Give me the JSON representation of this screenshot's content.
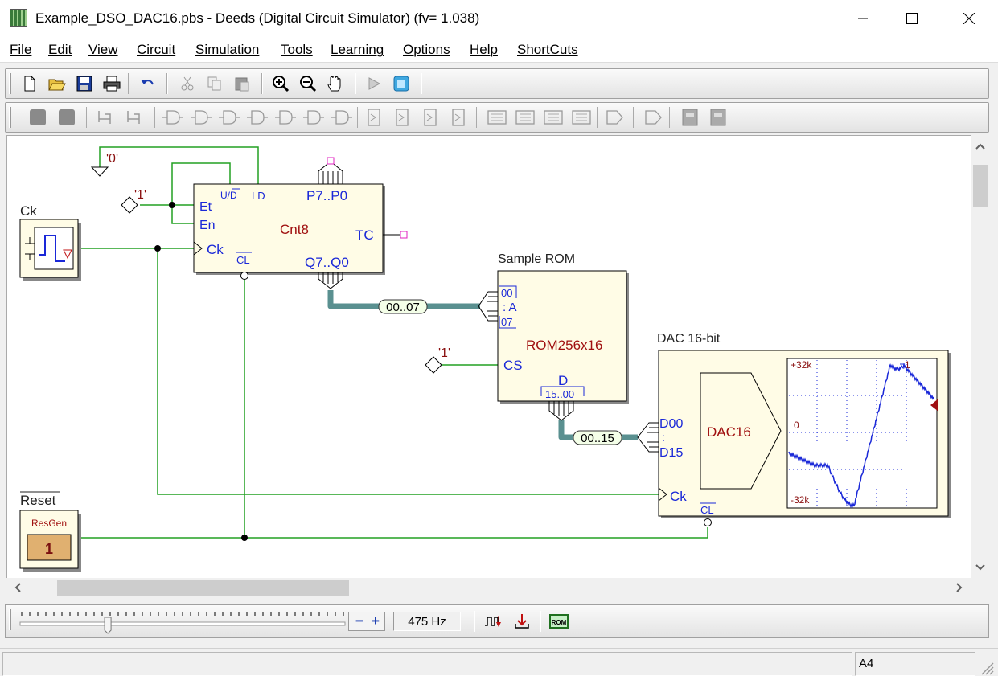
{
  "window": {
    "title": "Example_DSO_DAC16.pbs - Deeds (Digital Circuit Simulator) (fv= 1.038)"
  },
  "menu": [
    "File",
    "Edit",
    "View",
    "Circuit",
    "Simulation",
    "Tools",
    "Learning",
    "Options",
    "Help",
    "ShortCuts"
  ],
  "toolbar1": {
    "icons": [
      "new-file-icon",
      "open-folder-icon",
      "save-icon",
      "print-icon",
      "undo-icon",
      "cut-icon",
      "copy-icon",
      "paste-icon",
      "zoom-in-icon",
      "zoom-out-icon",
      "pan-hand-icon",
      "run-simulation-icon",
      "timing-diagram-icon"
    ]
  },
  "toolbar2": {
    "icons": [
      "input-component-icon",
      "output-component-icon",
      "wire-icon",
      "connector-icon",
      "buffer-gate-icon",
      "and-gate-icon",
      "nand-gate-icon",
      "or-gate-icon",
      "nor-gate-icon",
      "xor-gate-icon",
      "xnor-gate-icon",
      "flip-flop-icon",
      "latch-icon",
      "mux-icon",
      "demux-icon",
      "counter-icon",
      "register-icon",
      "fsm-icon",
      "memory-icon",
      "comparator-icon",
      "block-icon",
      "component-library-icon",
      "lcd-icon"
    ]
  },
  "circuit": {
    "const_zero": "'0'",
    "const_one_a": "'1'",
    "const_one_b": "'1'",
    "clock_label": "Ck",
    "reset_label": "Reset",
    "resgen_label": "ResGen",
    "resgen_value": "1",
    "counter": {
      "name": "Cnt8",
      "et": "Et",
      "en": "En",
      "ck": "Ck",
      "ud": "U/D",
      "ld": "LD",
      "p": "P7..P0",
      "tc": "TC",
      "q": "Q7..Q0",
      "cl": "CL"
    },
    "bus1": "00..07",
    "rom": {
      "title": "Sample ROM",
      "name": "ROM256x16",
      "a_top": "00",
      "a_label": ": A",
      "a_bottom": "07",
      "cs": "CS",
      "d": "D",
      "d_range": "15..00"
    },
    "bus2": "00..15",
    "dac": {
      "title": "DAC 16-bit",
      "name": "DAC16",
      "d_top": "D00",
      "d_colon": ":",
      "d_bottom": "D15",
      "ck": "Ck",
      "cl": "CL",
      "scope_top": "+32k",
      "scope_zero": "0",
      "scope_bottom": "-32k",
      "scope_marker": "1"
    }
  },
  "speed": {
    "minus": "−",
    "plus": "+",
    "frequency": "475 Hz",
    "slider_fraction": 0.27
  },
  "bottom_icons": [
    "clock-pulse-icon",
    "step-download-icon",
    "rom-editor-icon"
  ],
  "status": {
    "left": "",
    "page": "A4"
  },
  "colors": {
    "wire": "#22a022",
    "bus": "#5a9090",
    "component_fill": "#fffce6",
    "pin_label": "#1a28d8",
    "component_label": "#a01010",
    "scope_trace": "#1a28d8"
  }
}
